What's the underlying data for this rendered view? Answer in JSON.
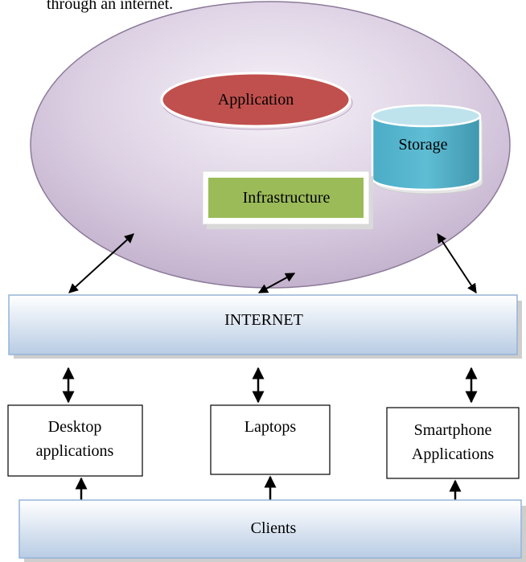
{
  "header_text": "through an internet.",
  "cloud": {
    "application_label": "Application",
    "storage_label": "Storage",
    "infrastructure_label": "Infrastructure"
  },
  "internet_label": "INTERNET",
  "devices": [
    {
      "line1": "Desktop",
      "line2": "applications"
    },
    {
      "line1": "Laptops",
      "line2": ""
    },
    {
      "line1": "Smartphone",
      "line2": "Applications"
    }
  ],
  "clients_label": "Clients",
  "colors": {
    "cloud_fill": "#dcd0e3",
    "cloud_stroke": "#8c7a99",
    "application_fill": "#c0504d",
    "storage_fill": "#4bacc6",
    "infrastructure_fill": "#9bbb59",
    "bar_top": "#ffffff",
    "bar_bottom": "#b8cce4",
    "bar_stroke": "#95b3d7"
  }
}
